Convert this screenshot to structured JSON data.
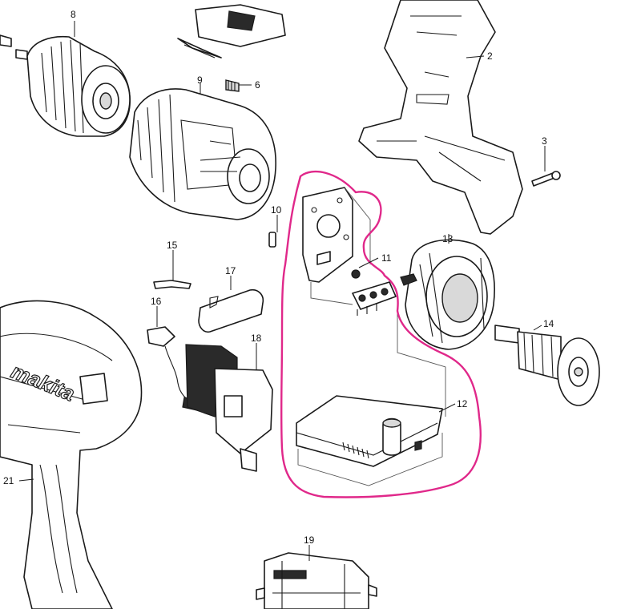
{
  "callouts": {
    "p2": "2",
    "p3": "3",
    "p6": "6",
    "p8": "8",
    "p9": "9",
    "p10": "10",
    "p11": "11",
    "p12": "12",
    "p13": "13",
    "p14": "14",
    "p15": "15",
    "p16": "16",
    "p17": "17",
    "p18": "18",
    "p19": "19",
    "p21": "21"
  },
  "brand_logo": "makita",
  "colors": {
    "line": "#1a1a1a",
    "highlight_marker": "#e0288a",
    "background": "#ffffff"
  }
}
